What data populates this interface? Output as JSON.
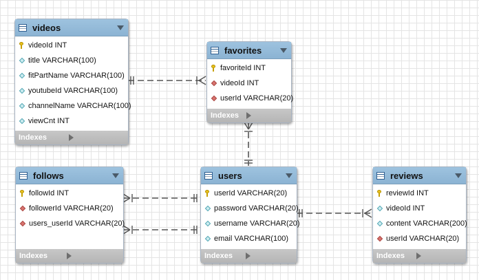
{
  "tables": {
    "videos": {
      "name": "videos",
      "indexes_label": "Indexes",
      "columns": [
        {
          "text": "videoId INT",
          "kind": "key"
        },
        {
          "text": "title VARCHAR(100)",
          "kind": "attr"
        },
        {
          "text": "fitPartName VARCHAR(100)",
          "kind": "attr"
        },
        {
          "text": "youtubeId VARCHAR(100)",
          "kind": "attr"
        },
        {
          "text": "channelName VARCHAR(100)",
          "kind": "attr"
        },
        {
          "text": "viewCnt INT",
          "kind": "attr"
        }
      ]
    },
    "favorites": {
      "name": "favorites",
      "indexes_label": "Indexes",
      "columns": [
        {
          "text": "favoriteId INT",
          "kind": "key"
        },
        {
          "text": "videoId INT",
          "kind": "fk"
        },
        {
          "text": "userId VARCHAR(20)",
          "kind": "fk"
        }
      ]
    },
    "follows": {
      "name": "follows",
      "indexes_label": "Indexes",
      "columns": [
        {
          "text": "followId INT",
          "kind": "key"
        },
        {
          "text": "followerId VARCHAR(20)",
          "kind": "fk"
        },
        {
          "text": "users_userId VARCHAR(20)",
          "kind": "fk"
        }
      ]
    },
    "users": {
      "name": "users",
      "indexes_label": "Indexes",
      "columns": [
        {
          "text": "userId VARCHAR(20)",
          "kind": "key"
        },
        {
          "text": "password VARCHAR(20)",
          "kind": "attr"
        },
        {
          "text": "username VARCHAR(20)",
          "kind": "attr"
        },
        {
          "text": "email VARCHAR(100)",
          "kind": "attr"
        }
      ]
    },
    "reviews": {
      "name": "reviews",
      "indexes_label": "Indexes",
      "columns": [
        {
          "text": "reviewId INT",
          "kind": "key"
        },
        {
          "text": "videoId INT",
          "kind": "attr"
        },
        {
          "text": "content VARCHAR(200)",
          "kind": "attr"
        },
        {
          "text": "userId VARCHAR(20)",
          "kind": "fk"
        }
      ]
    }
  },
  "relationships": [
    {
      "from": "videos",
      "to": "favorites",
      "from_end": "one",
      "to_end": "many"
    },
    {
      "from": "favorites",
      "to": "users",
      "from_end": "many",
      "to_end": "one"
    },
    {
      "from": "follows",
      "to": "users",
      "from_end": "many",
      "to_end": "one"
    },
    {
      "from": "follows",
      "to": "users",
      "from_end": "many",
      "to_end": "one"
    },
    {
      "from": "users",
      "to": "reviews",
      "from_end": "one",
      "to_end": "many"
    }
  ],
  "colors": {
    "header": "#9ec3df",
    "indexes_bar": "#bdbdbd",
    "primary_key": "#e9c21d",
    "foreign_key": "#d8736f",
    "attribute": "#ccecf0",
    "connector": "#555555"
  },
  "icons": {
    "table": "table-icon",
    "collapse": "chevron-down-icon",
    "expand_indexes": "chevron-right-icon",
    "primary_key": "key-icon",
    "foreign_key": "foreign-key-diamond-icon",
    "attribute": "column-diamond-icon"
  }
}
